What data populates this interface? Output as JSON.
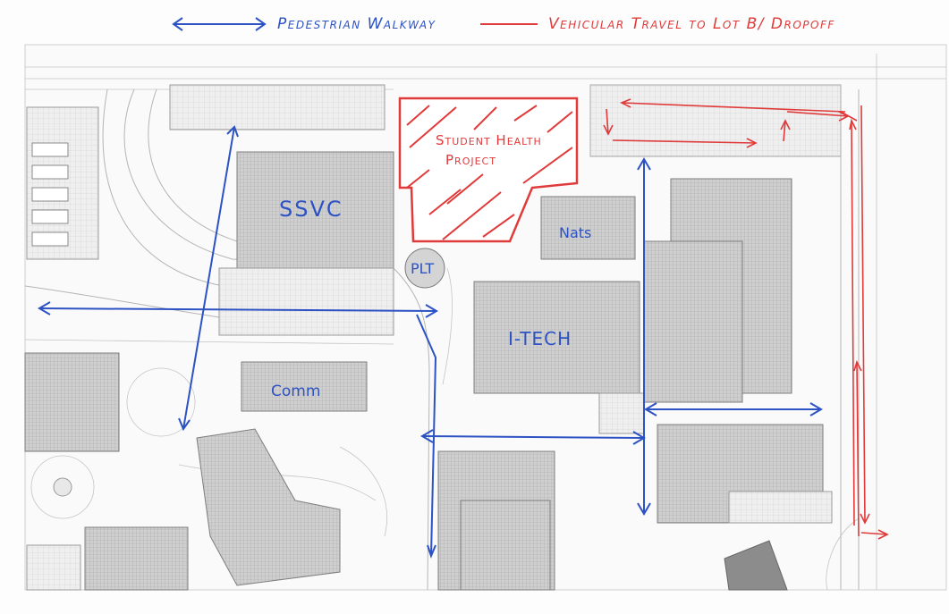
{
  "legend": {
    "pedestrian_label": "Pedestrian Walkway",
    "vehicular_label": "Vehicular Travel to Lot B/ Dropoff",
    "pedestrian_color": "#2c52c4",
    "vehicular_color": "#e03a3a"
  },
  "buildings": {
    "ssvc": "SSVC",
    "nats": "Nats",
    "plt": "PLT",
    "itech": "I-TECH",
    "comm": "Comm"
  },
  "project": {
    "line1": "Student Health",
    "line2": "Project",
    "color": "#e03a3a"
  }
}
